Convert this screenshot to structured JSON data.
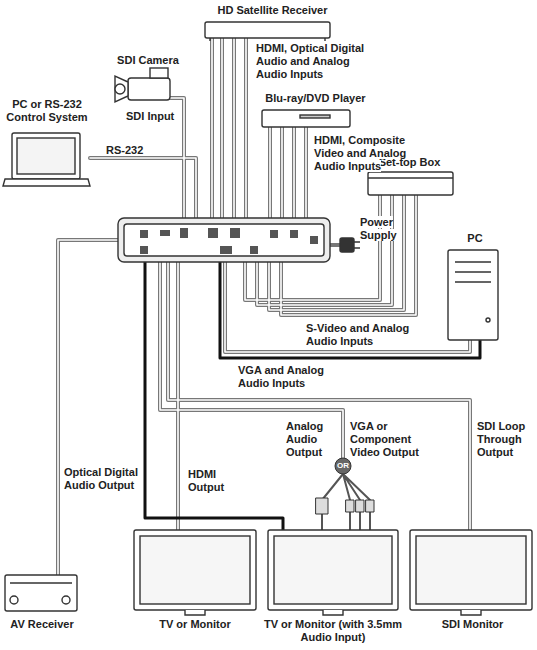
{
  "diagram": {
    "nodes": [
      {
        "text": [
          "HD Satellite Receiver"
        ]
      },
      {
        "text": [
          "SDI Camera"
        ]
      },
      {
        "text": [
          "PC or RS-232 Control System"
        ]
      },
      {
        "text": [
          "Blu-ray/DVD Player"
        ]
      },
      {
        "text": [
          "Set-top Box"
        ]
      },
      {
        "text": [
          "PC"
        ]
      },
      {
        "text": [
          "AV Receiver"
        ]
      },
      {
        "text": [
          "TV or Monitor"
        ]
      },
      {
        "text": [
          "TV or Monitor (with 3.5mm Audio Input)"
        ]
      },
      {
        "text": [
          "SDI Monitor"
        ]
      }
    ],
    "labels": [
      "HDMI, Optical Digital Audio and Analog Audio Inputs",
      "SDI Input",
      "RS-232",
      "HDMI, Composite Video and Analog Audio Inputs",
      "Power Supply",
      "S-Video and Analog Audio Inputs",
      "VGA and Analog Audio Inputs",
      "Optical Digital Audio Output",
      "HDMI Output",
      "Analog Audio Output",
      "VGA or Component Video Output",
      "SDI Loop Through Output",
      "OR"
    ]
  }
}
